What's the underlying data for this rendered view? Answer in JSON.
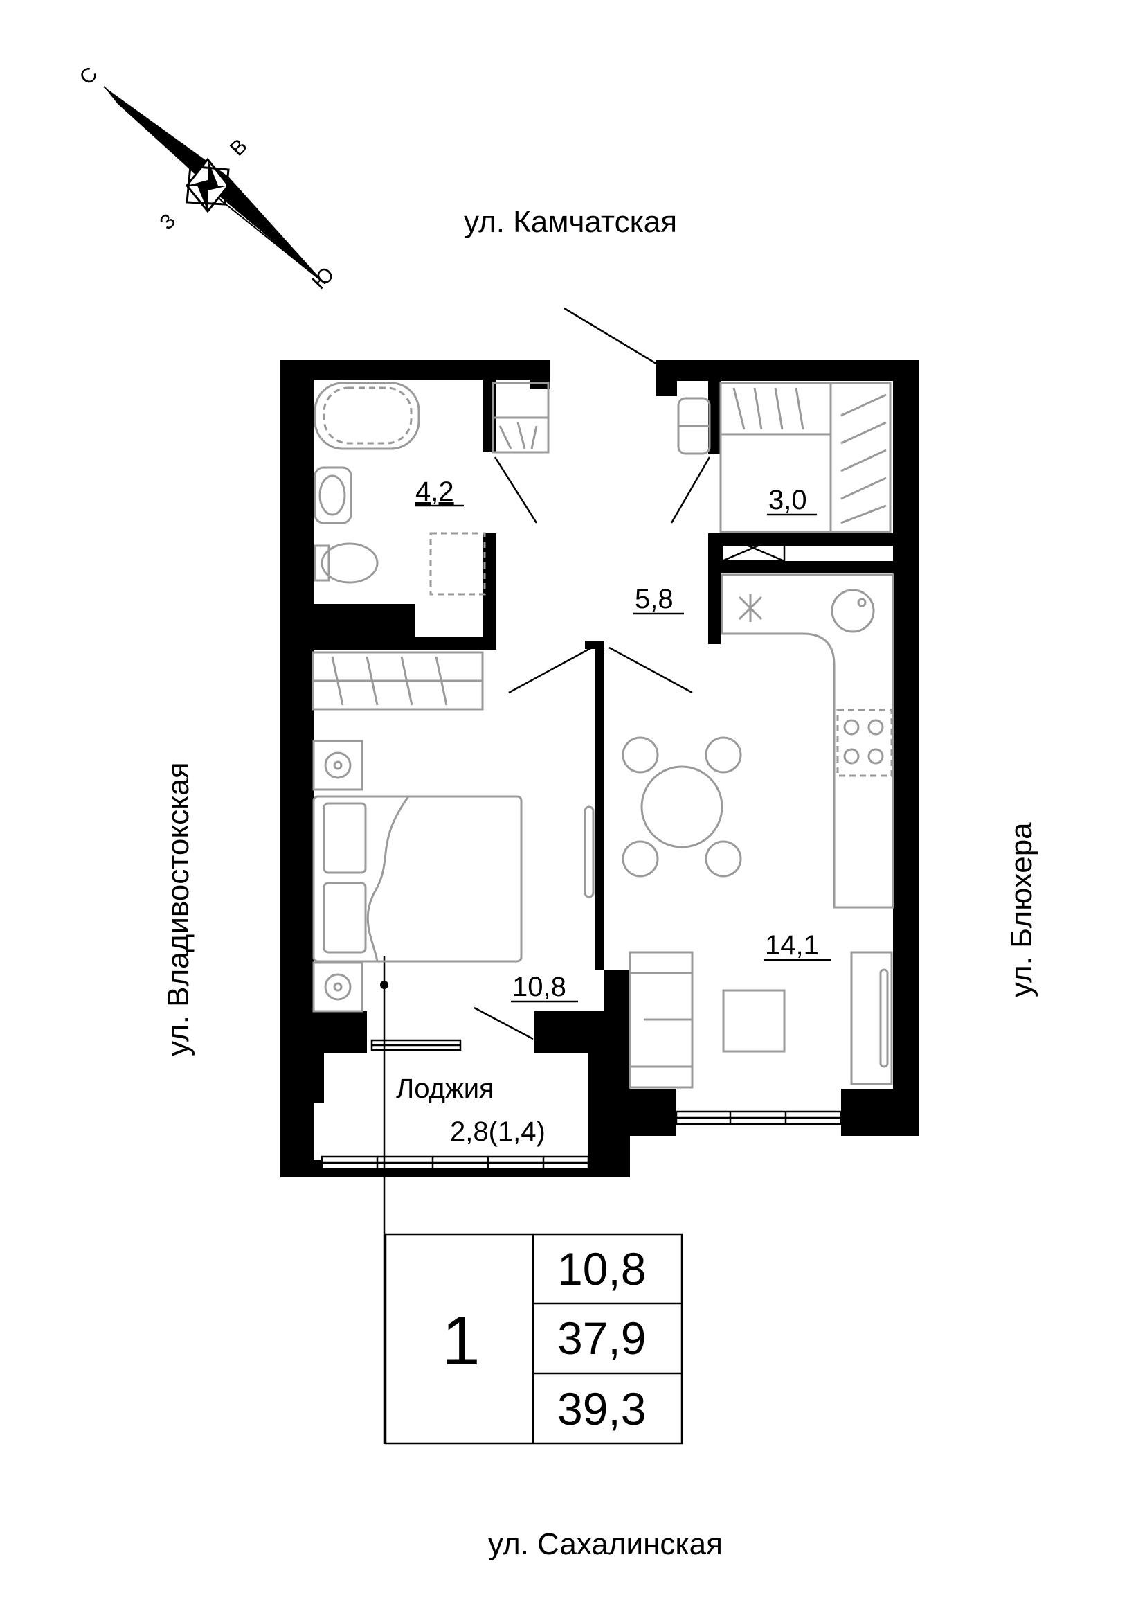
{
  "compass": {
    "north": "С",
    "east": "В",
    "west": "З",
    "south": "Ю"
  },
  "streets": {
    "top": "ул. Камчатская",
    "left": "ул. Владивостокская",
    "right": "ул. Блюхера",
    "bottom": "ул. Сахалинская"
  },
  "rooms": {
    "bathroom": "4,2",
    "storage": "3,0",
    "hall": "5,8",
    "bedroom": "10,8",
    "kitchen_living": "14,1",
    "loggia_label": "Лоджия",
    "loggia_area": "2,8(1,4)"
  },
  "summary": {
    "rooms_count": "1",
    "living_area": "10,8",
    "total_area": "37,9",
    "total_with_loggia": "39,3"
  }
}
